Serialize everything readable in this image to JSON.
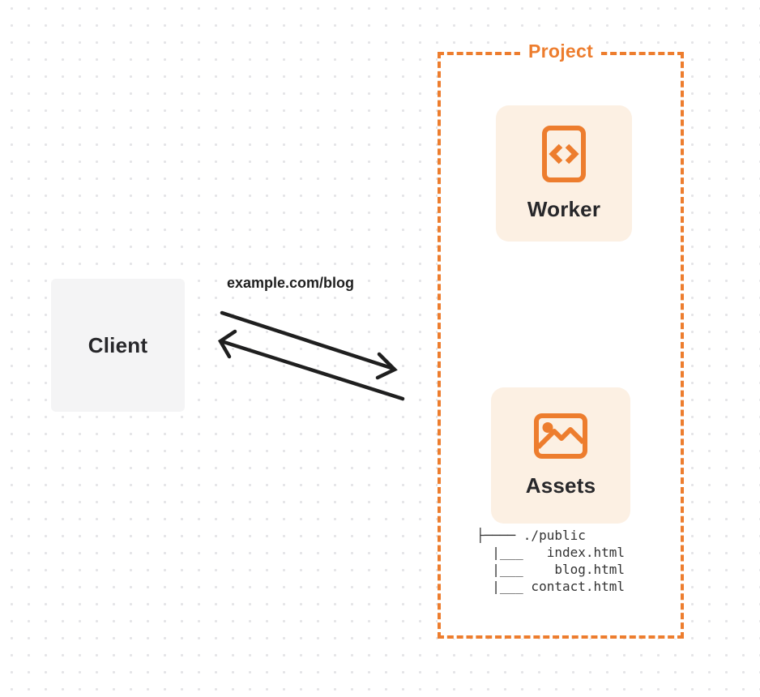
{
  "colors": {
    "accent_orange": "#ED7D2E",
    "card_cream": "#FCF0E3",
    "client_gray": "#F4F4F5",
    "arrow_black": "#1F1F1F",
    "dot_gray": "#E4E4E7",
    "text_dark": "#27272A",
    "tree_text": "#333333"
  },
  "client": {
    "label": "Client"
  },
  "request": {
    "url_label": "example.com/blog"
  },
  "project": {
    "title": "Project",
    "worker": {
      "label": "Worker",
      "icon": "code-file-icon"
    },
    "assets": {
      "label": "Assets",
      "icon": "image-icon"
    },
    "file_tree_lines": [
      "├──── ./public",
      "  |___   index.html",
      "  |___    blog.html",
      "  |___ contact.html"
    ]
  }
}
